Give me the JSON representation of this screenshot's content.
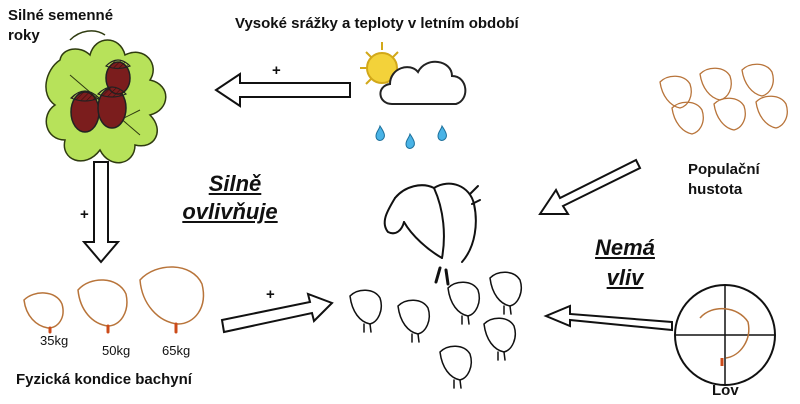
{
  "labels": {
    "seed_years_line1": "Silné semenné",
    "seed_years_line2": "roky",
    "weather": "Vysoké srážky a teploty v letním období",
    "density_line1": "Populační",
    "density_line2": "hustota",
    "condition": "Fyzická kondice bachyní",
    "hunting": "Lov",
    "weight_1": "35kg",
    "weight_2": "50kg",
    "weight_3": "65kg"
  },
  "influence": {
    "strong_line1": "Silně",
    "strong_line2": "ovlivňuje",
    "none_line1": "Nemá",
    "none_line2": "vliv"
  },
  "signs": {
    "weather_to_seed": "+",
    "seed_to_condition": "+",
    "condition_to_piglets": "+"
  },
  "colors": {
    "boar_sketch": "#b8743a",
    "acorn": "#7b1d1d",
    "leaf": "#b7e25a",
    "sun": "#f3d23a",
    "rain": "#49b3e6",
    "ink": "#111111"
  }
}
